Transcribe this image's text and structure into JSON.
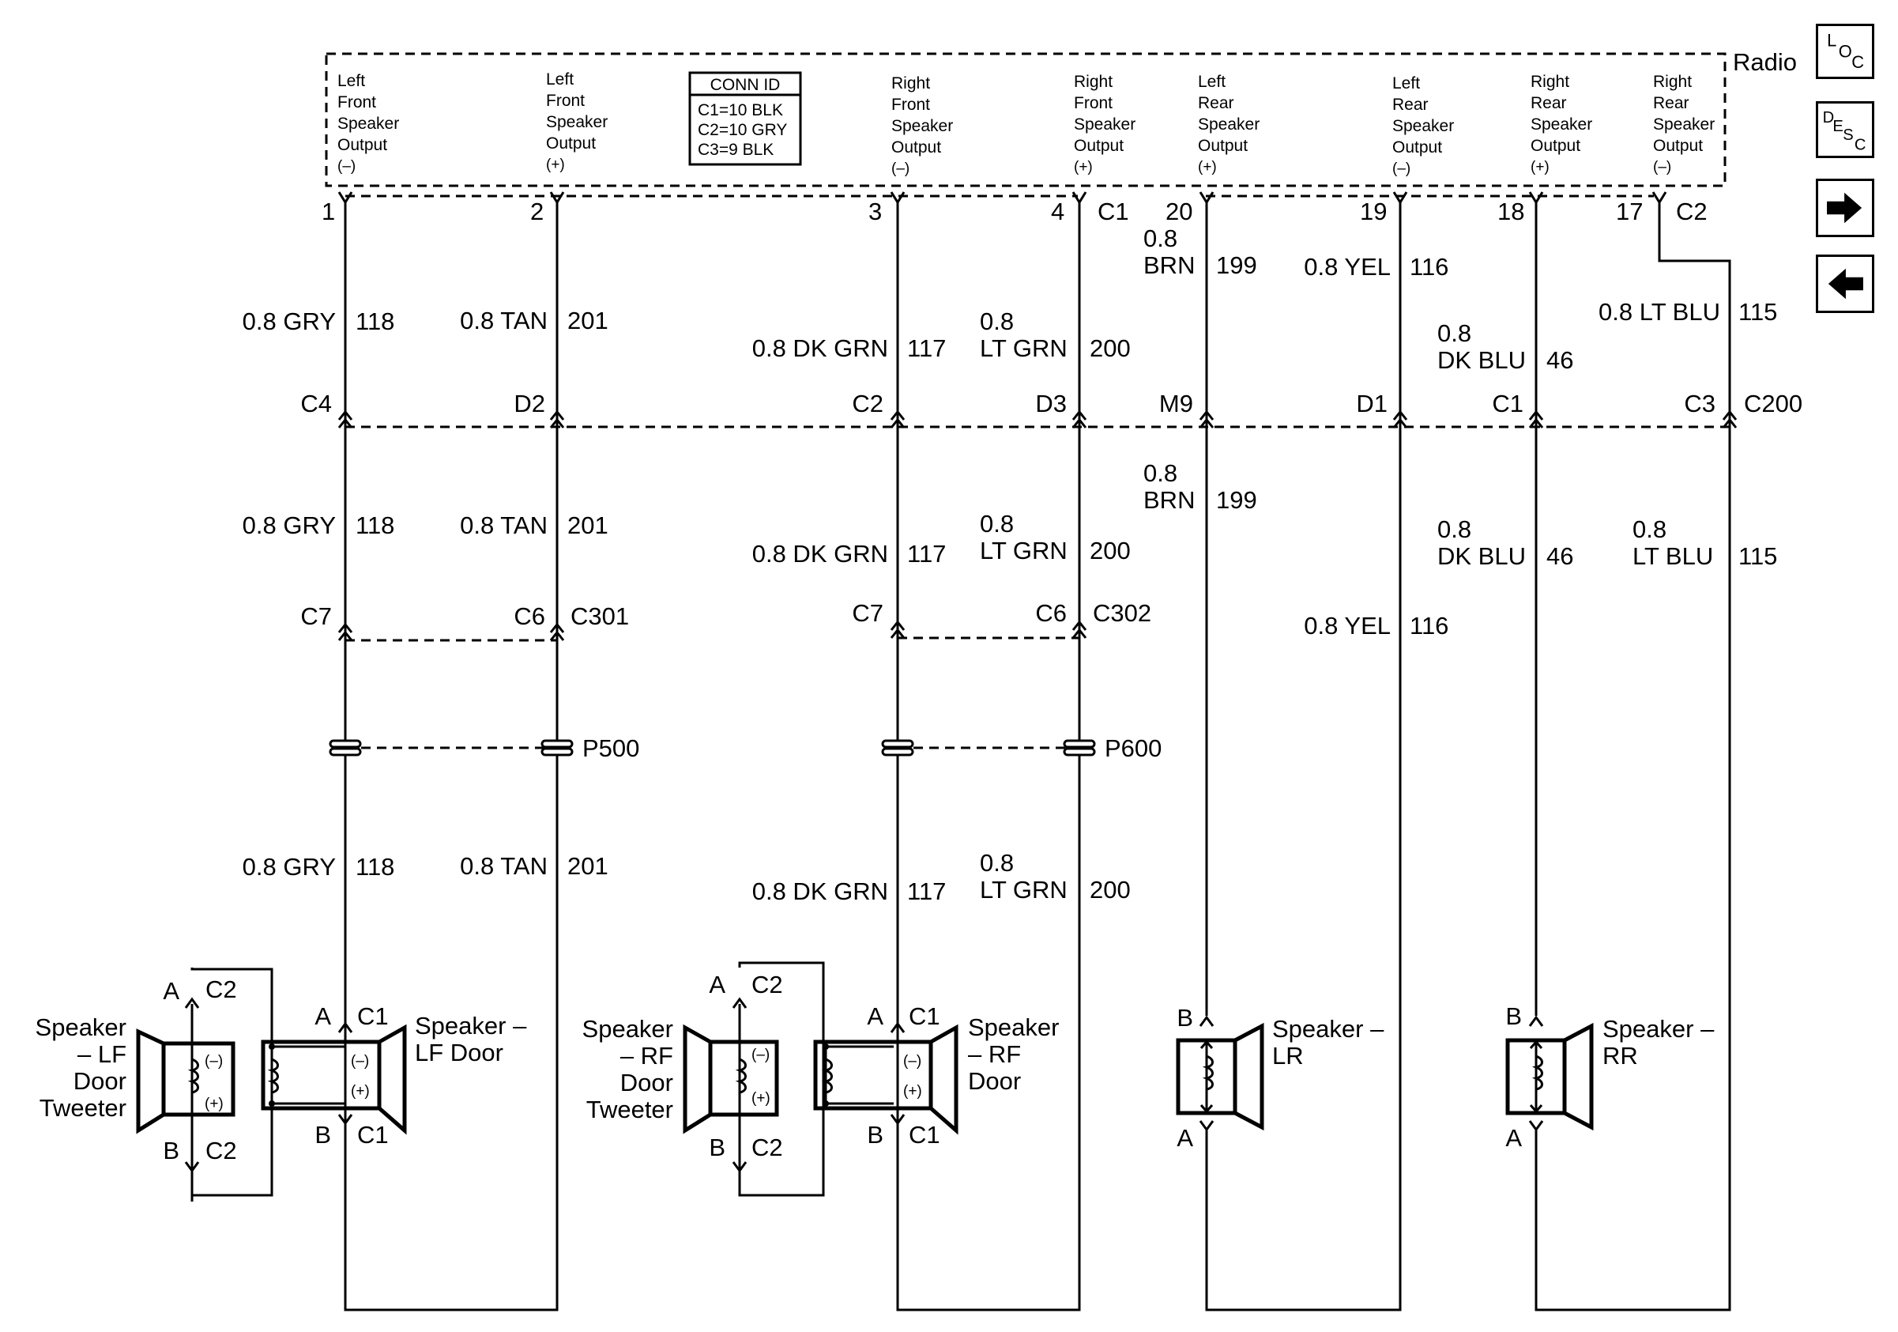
{
  "radio": {
    "label": "Radio"
  },
  "conn_id": {
    "title": "CONN ID",
    "c1": "C1=10 BLK",
    "c2": "C2=10 GRY",
    "c3": "C3=9 BLK"
  },
  "outputs": [
    {
      "l1": "Left",
      "l2": "Front",
      "l3": "Speaker",
      "l4": "Output",
      "pol": "(–)"
    },
    {
      "l1": "Left",
      "l2": "Front",
      "l3": "Speaker",
      "l4": "Output",
      "pol": "(+)"
    },
    {
      "l1": "Right",
      "l2": "Front",
      "l3": "Speaker",
      "l4": "Output",
      "pol": "(–)"
    },
    {
      "l1": "Right",
      "l2": "Front",
      "l3": "Speaker",
      "l4": "Output",
      "pol": "(+)"
    },
    {
      "l1": "Left",
      "l2": "Rear",
      "l3": "Speaker",
      "l4": "Output",
      "pol": "(+)"
    },
    {
      "l1": "Left",
      "l2": "Rear",
      "l3": "Speaker",
      "l4": "Output",
      "pol": "(–)"
    },
    {
      "l1": "Right",
      "l2": "Rear",
      "l3": "Speaker",
      "l4": "Output",
      "pol": "(+)"
    },
    {
      "l1": "Right",
      "l2": "Rear",
      "l3": "Speaker",
      "l4": "Output",
      "pol": "(–)"
    }
  ],
  "pins": [
    "1",
    "2",
    "3",
    "4",
    "20",
    "19",
    "18",
    "17"
  ],
  "radio_connectors": {
    "c1": "C1",
    "c2": "C2"
  },
  "wires_top": [
    {
      "color": "0.8 GRY",
      "circuit": "118"
    },
    {
      "color": "0.8 TAN",
      "circuit": "201"
    },
    {
      "color": "0.8 DK GRN",
      "circuit": "117"
    },
    {
      "gauge": "0.8",
      "color": "LT GRN",
      "circuit": "200"
    },
    {
      "gauge": "0.8",
      "color": "BRN",
      "circuit": "199"
    },
    {
      "color": "0.8 YEL",
      "circuit": "116"
    },
    {
      "gauge": "0.8",
      "color": "DK BLU",
      "circuit": "46"
    },
    {
      "color": "0.8 LT BLU",
      "circuit": "115"
    }
  ],
  "c200": {
    "label": "C200",
    "pins": [
      "C4",
      "D2",
      "C2",
      "D3",
      "M9",
      "D1",
      "C1",
      "C3"
    ]
  },
  "wires_mid": [
    {
      "color": "0.8 GRY",
      "circuit": "118"
    },
    {
      "color": "0.8 TAN",
      "circuit": "201"
    },
    {
      "color": "0.8 DK GRN",
      "circuit": "117"
    },
    {
      "gauge": "0.8",
      "color": "LT GRN",
      "circuit": "200"
    },
    {
      "gauge": "0.8",
      "color": "BRN",
      "circuit": "199"
    },
    {
      "color": "0.8 YEL",
      "circuit": "116"
    },
    {
      "gauge": "0.8",
      "color": "DK BLU",
      "circuit": "46"
    },
    {
      "gauge": "0.8",
      "color": "LT BLU",
      "circuit": "115"
    }
  ],
  "c301": {
    "label": "C301",
    "pin_a": "C7",
    "pin_b": "C6"
  },
  "c302": {
    "label": "C302",
    "pin_a": "C7",
    "pin_b": "C6"
  },
  "p500": {
    "label": "P500"
  },
  "p600": {
    "label": "P600"
  },
  "wires_low": [
    {
      "color": "0.8 GRY",
      "circuit": "118"
    },
    {
      "color": "0.8 TAN",
      "circuit": "201"
    },
    {
      "color": "0.8 DK GRN",
      "circuit": "117"
    },
    {
      "gauge": "0.8",
      "color": "LT GRN",
      "circuit": "200"
    }
  ],
  "speakers": {
    "lf_tweeter": {
      "l1": "Speaker",
      "l2": "– LF",
      "l3": "Door",
      "l4": "Tweeter",
      "pin_a": "A",
      "pin_b": "B",
      "conn": "C2",
      "minus": "(–)",
      "plus": "(+)"
    },
    "lf_door": {
      "l1": "Speaker –",
      "l2": "LF Door",
      "pin_a": "A",
      "pin_b": "B",
      "conn": "C1",
      "minus": "(–)",
      "plus": "(+)"
    },
    "rf_tweeter": {
      "l1": "Speaker",
      "l2": "– RF",
      "l3": "Door",
      "l4": "Tweeter",
      "pin_a": "A",
      "pin_b": "B",
      "conn": "C2",
      "minus": "(–)",
      "plus": "(+)"
    },
    "rf_door": {
      "l1": "Speaker",
      "l2": "– RF",
      "l3": "Door",
      "pin_a": "A",
      "pin_b": "B",
      "conn": "C1",
      "minus": "(–)",
      "plus": "(+)"
    },
    "lr": {
      "l1": "Speaker –",
      "l2": "LR",
      "pin_a": "A",
      "pin_b": "B"
    },
    "rr": {
      "l1": "Speaker –",
      "l2": "RR",
      "pin_a": "A",
      "pin_b": "B"
    }
  },
  "nav": {
    "loc": {
      "l": "L",
      "o": "O",
      "c": "C"
    },
    "desc": {
      "d": "D",
      "e": "E",
      "s": "S",
      "c": "C"
    },
    "next_icon": "arrow-right-icon",
    "prev_icon": "arrow-left-icon"
  }
}
